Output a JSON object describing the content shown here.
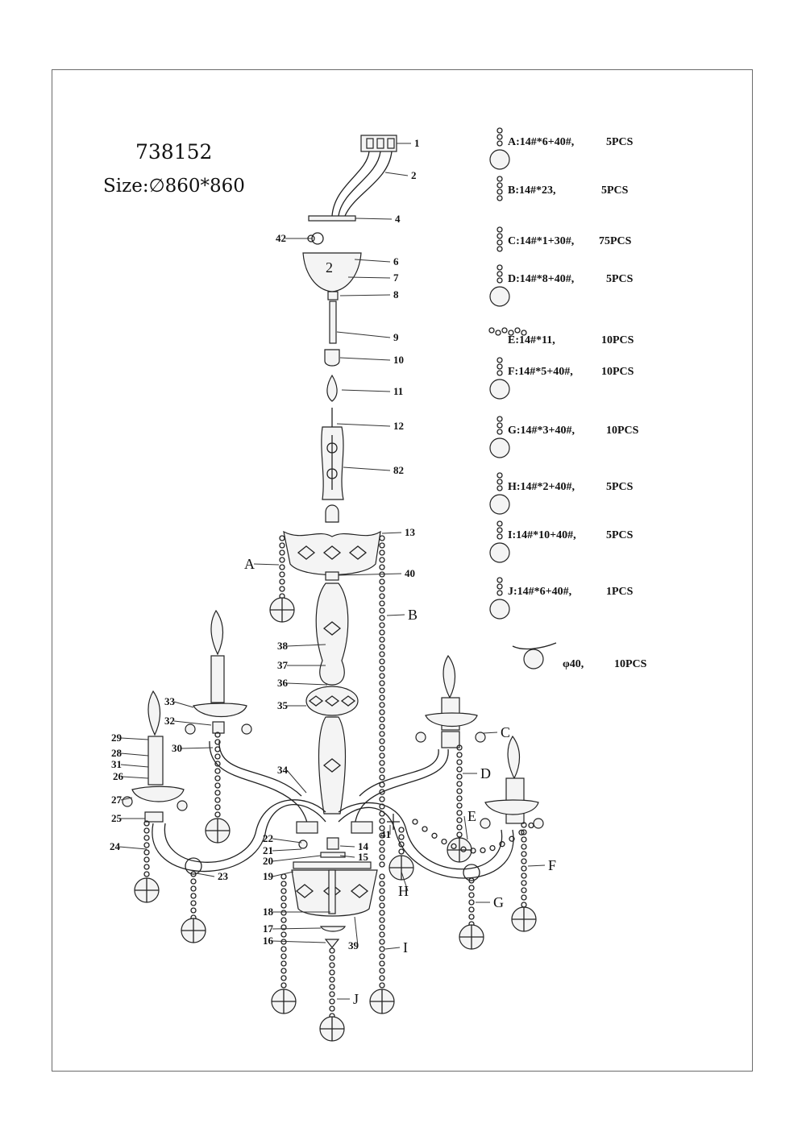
{
  "header": {
    "model": "738152",
    "size_prefix": "Size:",
    "size_symbol": "∅",
    "size_value": "860*860"
  },
  "part_labels": [
    "1",
    "2",
    "4",
    "42",
    "6",
    "7",
    "8",
    "9",
    "10",
    "11",
    "12",
    "82",
    "13",
    "40",
    "38",
    "37",
    "36",
    "35",
    "34",
    "33",
    "32",
    "30",
    "29",
    "28",
    "31",
    "26",
    "27",
    "25",
    "24",
    "23",
    "22",
    "21",
    "20",
    "14",
    "15",
    "41",
    "19",
    "18",
    "17",
    "16",
    "39"
  ],
  "chain_labels": [
    "A",
    "B",
    "C",
    "D",
    "E",
    "F",
    "G",
    "H",
    "I",
    "J"
  ],
  "legend": [
    {
      "code": "A:14#*6+40#,",
      "qty": "5PCS"
    },
    {
      "code": "B:14#*23,",
      "qty": "5PCS"
    },
    {
      "code": "C:14#*1+30#,",
      "qty": "75PCS"
    },
    {
      "code": "D:14#*8+40#,",
      "qty": "5PCS"
    },
    {
      "code": "E:14#*11,",
      "qty": "10PCS"
    },
    {
      "code": "F:14#*5+40#,",
      "qty": "10PCS"
    },
    {
      "code": "G:14#*3+40#,",
      "qty": "10PCS"
    },
    {
      "code": "H:14#*2+40#,",
      "qty": "5PCS"
    },
    {
      "code": "I:14#*10+40#,",
      "qty": "5PCS"
    },
    {
      "code": "J:14#*6+40#,",
      "qty": "1PCS"
    },
    {
      "code": "φ40,",
      "qty": "10PCS"
    }
  ]
}
